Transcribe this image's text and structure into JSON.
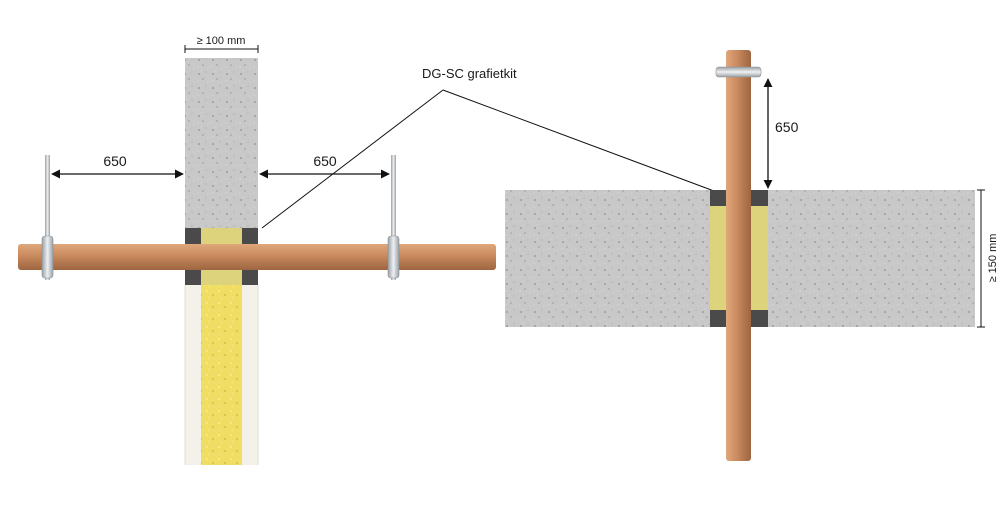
{
  "labels": {
    "wall_width": "≥ 100 mm",
    "left_distance_1": "650",
    "left_distance_2": "650",
    "product": "DG-SC grafietkit",
    "vertical_distance": "650",
    "floor_thickness": "≥ 150 mm"
  },
  "colors": {
    "concrete": "#c7c7c7",
    "pipe": "#c98a5e",
    "seal": "#4a4a4a",
    "insulation": "#e6dc7a",
    "partition_insulation": "#f0e06a",
    "hanger": "#cfd3d6"
  }
}
